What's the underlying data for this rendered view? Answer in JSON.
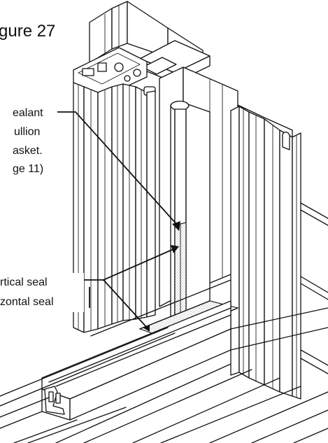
{
  "figure": {
    "title": "gure 27",
    "callouts": [
      {
        "text": "ealant",
        "row": 1
      },
      {
        "text": "ullion",
        "row": 2
      },
      {
        "text": "asket.",
        "row": 3
      },
      {
        "text": "ge 11)",
        "row": 4
      },
      {
        "text": "rtical seal",
        "row": 5
      },
      {
        "text": "zontal seal",
        "row": 6
      }
    ],
    "colors": {
      "line": "#111111",
      "seal": "#8a8a8a",
      "background": "#ffffff"
    }
  }
}
